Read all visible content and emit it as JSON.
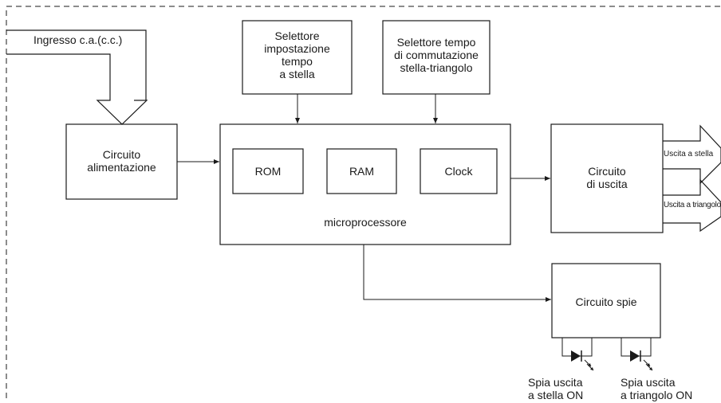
{
  "input": {
    "label": "Ingresso c.a.(c.c.)"
  },
  "selectors": {
    "star_time": [
      "Selettore",
      "impostazione",
      "tempo",
      "a stella"
    ],
    "switch_time": [
      "Selettore tempo",
      "di commutazione",
      "stella-triangolo"
    ]
  },
  "power_circuit": [
    "Circuito",
    "alimentazione"
  ],
  "microprocessor": {
    "label": "microprocessore",
    "rom": "ROM",
    "ram": "RAM",
    "clock": "Clock"
  },
  "output_circuit": {
    "label": [
      "Circuito",
      "di uscita"
    ],
    "star_output": "Uscita a stella",
    "delta_output": "Uscita a triangolo"
  },
  "indicator_circuit": {
    "label": "Circuito spie",
    "star_led": [
      "Spia uscita",
      "a stella ON"
    ],
    "delta_led": [
      "Spia uscita",
      "a triangolo ON"
    ]
  }
}
